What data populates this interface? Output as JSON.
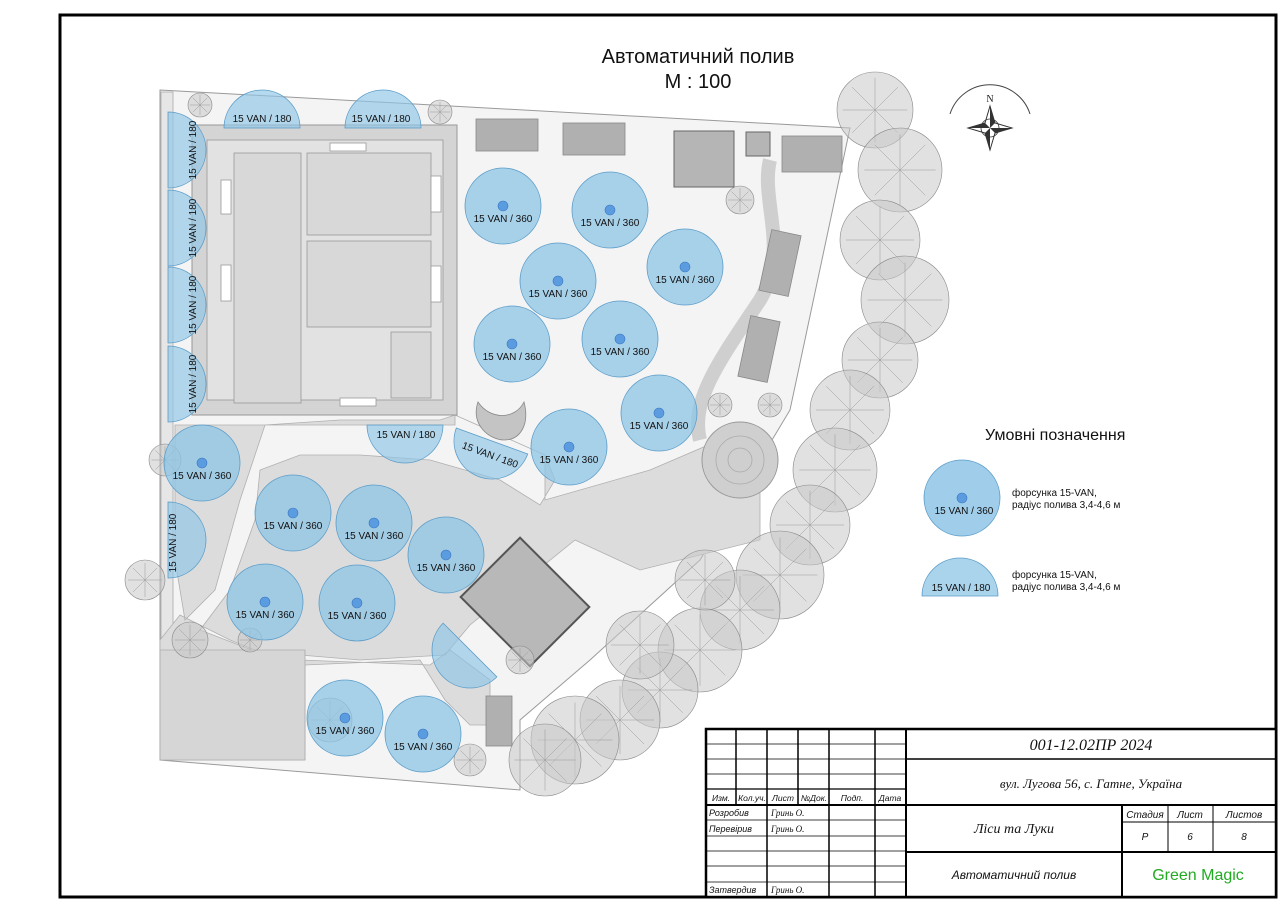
{
  "title": "Автоматичний полив",
  "scale": "М : 100",
  "compass_label": "N",
  "sprinklers": {
    "full_label": "15 VAN / 360",
    "half_label": "15 VAN / 180"
  },
  "legend": {
    "title": "Умовні позначення",
    "items": [
      {
        "symbol": "15 VAN / 360",
        "line1": "форсунка 15-VAN,",
        "line2": "радіус полива 3,4-4,6 м"
      },
      {
        "symbol": "15 VAN / 180",
        "line1": "форсунка 15-VAN,",
        "line2": "радіус полива 3,4-4,6 м"
      }
    ]
  },
  "title_block": {
    "doc_code": "001-12.02ПР 2024",
    "address": "вул. Лугова 56, с. Гатне, Україна",
    "headers": [
      "Изм.",
      "Кол.уч.",
      "Лист",
      "№Док.",
      "Подп.",
      "Дата"
    ],
    "roles": [
      {
        "role": "Розробив",
        "name": "Гринь О."
      },
      {
        "role": "Перевірив",
        "name": "Гринь О."
      },
      {
        "role": "Затвердив",
        "name": "Гринь О."
      }
    ],
    "project": "Ліси та Луки",
    "sheet_title": "Автоматичний полив",
    "company": "Green Magic",
    "stage_header": "Стадия",
    "sheet_header": "Лист",
    "sheets_header": "Листов",
    "stage": "Р",
    "sheet": "6",
    "sheets": "8"
  },
  "colors": {
    "spray": "#8ec4e6",
    "spray_stroke": "#5a9cc8",
    "nozzle": "#5b9be0",
    "paving": "#dadada",
    "building": "#d2d2d2",
    "tree": "#c8c8c8",
    "frame": "#000000",
    "company": "#22aa22"
  }
}
